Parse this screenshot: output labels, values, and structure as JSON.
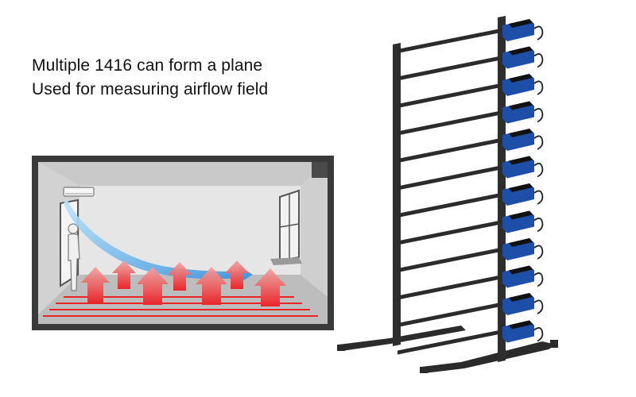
{
  "caption": {
    "line1": "Multiple 1416 can form a plane",
    "line2": "Used for measuring airflow field"
  },
  "colors": {
    "heat_arrow": "#e8262a",
    "airflow": "#3a9be0",
    "frame": "#2b2b2b",
    "sensor_body": "#1e4fa8",
    "room_outline": "#3a3a3a"
  },
  "rack": {
    "sensor_count": 12
  }
}
